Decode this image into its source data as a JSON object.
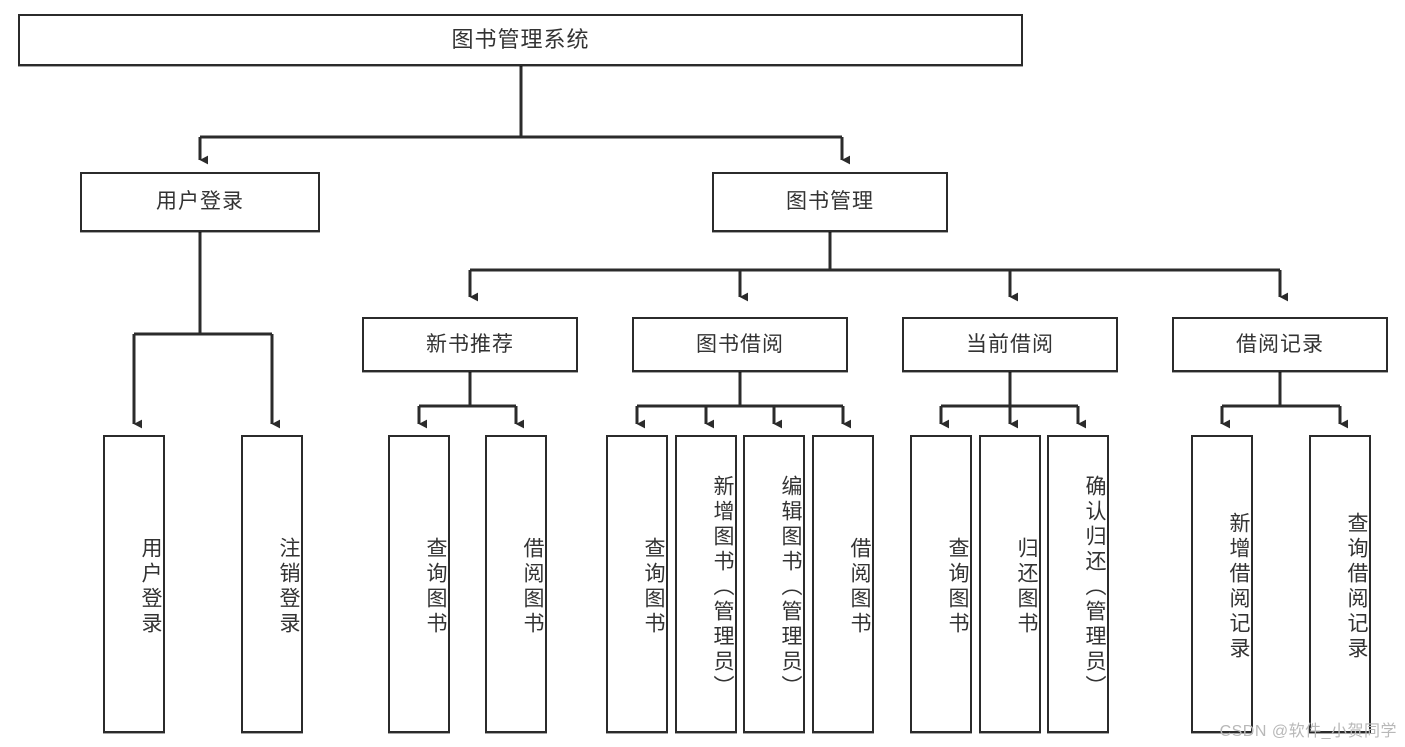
{
  "diagram": {
    "title": "图书管理系统",
    "type": "tree-hierarchy",
    "watermark": "CSDN @软件_小贺同学",
    "colors": {
      "box_border": "#2b2b2b",
      "box_fill": "#ffffff",
      "edge": "#2b2b2b",
      "text": "#333333",
      "watermark": "#b8b8b8",
      "canvas": "#ffffff"
    },
    "root": {
      "label": "图书管理系统"
    },
    "level2": [
      {
        "label": "用户登录"
      },
      {
        "label": "图书管理"
      }
    ],
    "level3": [
      {
        "label": "新书推荐"
      },
      {
        "label": "图书借阅"
      },
      {
        "label": "当前借阅"
      },
      {
        "label": "借阅记录"
      }
    ],
    "leaves": {
      "user_login": [
        {
          "label": "用户登录"
        },
        {
          "label": "注销登录"
        }
      ],
      "new_book_recommend": [
        {
          "label": "查询图书"
        },
        {
          "label": "借阅图书"
        }
      ],
      "book_borrow": [
        {
          "label": "查询图书"
        },
        {
          "label": "新增图书（管理员）"
        },
        {
          "label": "编辑图书（管理员）"
        },
        {
          "label": "借阅图书"
        }
      ],
      "current_borrow": [
        {
          "label": "查询图书"
        },
        {
          "label": "归还图书"
        },
        {
          "label": "确认归还（管理员）"
        }
      ],
      "borrow_record": [
        {
          "label": "新增借阅记录"
        },
        {
          "label": "查询借阅记录"
        }
      ]
    }
  }
}
